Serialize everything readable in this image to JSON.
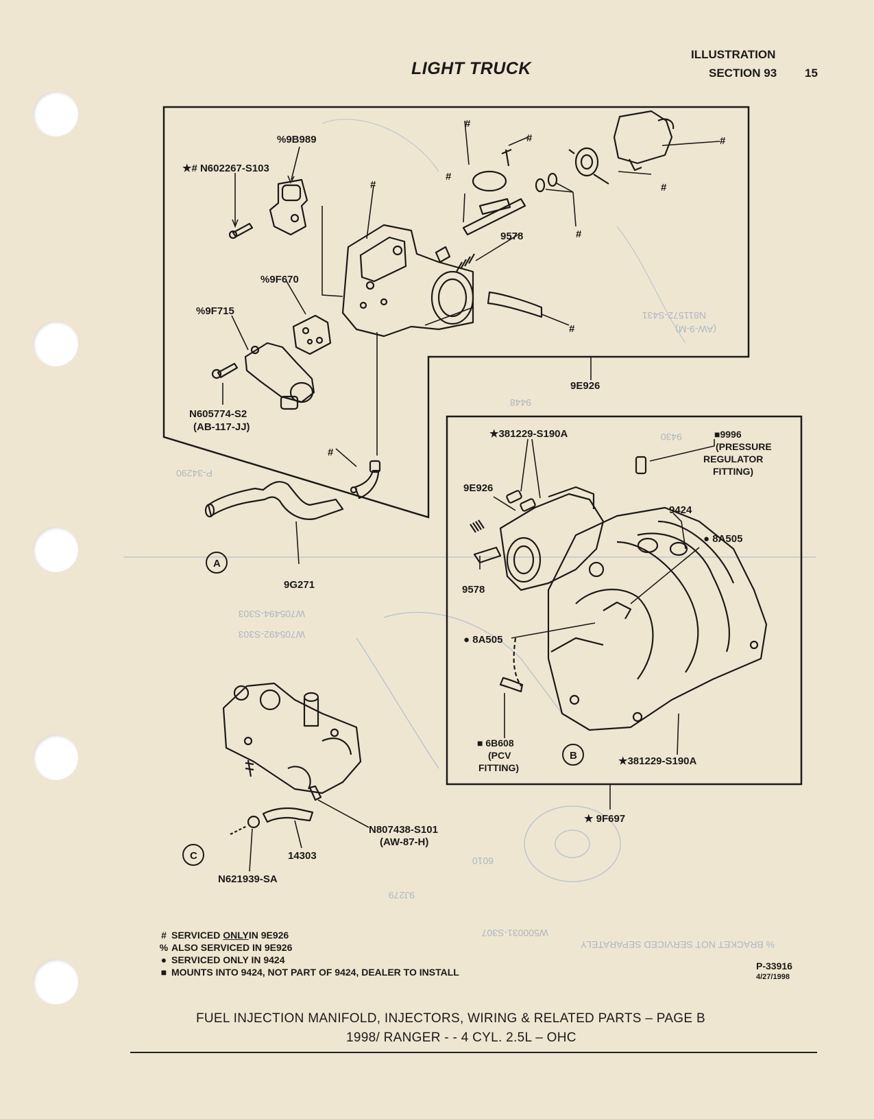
{
  "header": {
    "title": "LIGHT TRUCK",
    "illustration": "ILLUSTRATION",
    "section": "SECTION 93",
    "page_number": "15"
  },
  "view_a": {
    "circle_label": "A",
    "labels": {
      "n602267": "★# N602267-S103",
      "p9b989": "%9B989",
      "p9578": "9578",
      "p9f670": "%9F670",
      "p9f715": "%9F715",
      "n605774": "N605774-S2",
      "n605774_spec": "(AB-117-JJ)",
      "p9e926": "9E926",
      "p9g271": "9G271"
    },
    "marker": "#"
  },
  "view_b": {
    "circle_label": "B",
    "labels": {
      "s381229_top": "★381229-S190A",
      "p9996": "■9996",
      "p9996_l1": "(PRESSURE",
      "p9996_l2": "REGULATOR",
      "p9996_l3": "FITTING)",
      "p9e926": "9E926",
      "p9424": "9424",
      "p8a505_right": "● 8A505",
      "p9578": "9578",
      "p8a505_left": "● 8A505",
      "p6b608": "■ 6B608",
      "p6b608_l1": "(PCV",
      "p6b608_l2": "FITTING)",
      "s381229_bottom": "★381229-S190A",
      "p9f697": "★ 9F697"
    }
  },
  "view_c": {
    "circle_label": "C",
    "labels": {
      "n807438": "N807438-S101",
      "n807438_spec": "(AW-87-H)",
      "p14303": "14303",
      "n621939": "N621939-SA"
    }
  },
  "legend": {
    "row1": {
      "symbol": "#",
      "pre": "SERVICED ",
      "emph": "ONLY",
      "post": " IN 9E926"
    },
    "row2": {
      "symbol": "%",
      "text": "ALSO SERVICED IN 9E926"
    },
    "row3": {
      "symbol": "●",
      "text": "SERVICED ONLY IN 9424"
    },
    "row4": {
      "symbol": "■",
      "text": "MOUNTS INTO 9424, NOT PART OF 9424, DEALER TO INSTALL"
    }
  },
  "drawing_ref": {
    "number": "P-33916",
    "date": "4/27/1998"
  },
  "footer": {
    "line1": "FUEL INJECTION MANIFOLD, INJECTORS, WIRING & RELATED PARTS – PAGE B",
    "line2": "1998/ RANGER - - 4 CYL. 2.5L – OHC"
  },
  "ghost": {
    "t1": "N811572-S431",
    "t2": "(AW-9-M)",
    "t3": "9430",
    "t4": "9448",
    "t5": "W705494-S303",
    "t6": "W705492-S303",
    "t7": "P-34290",
    "t8": "6010",
    "t9": "9J279",
    "t10": "W500031-S307",
    "t11": "% BRACKET NOT SERVICED SEPARATELY"
  }
}
